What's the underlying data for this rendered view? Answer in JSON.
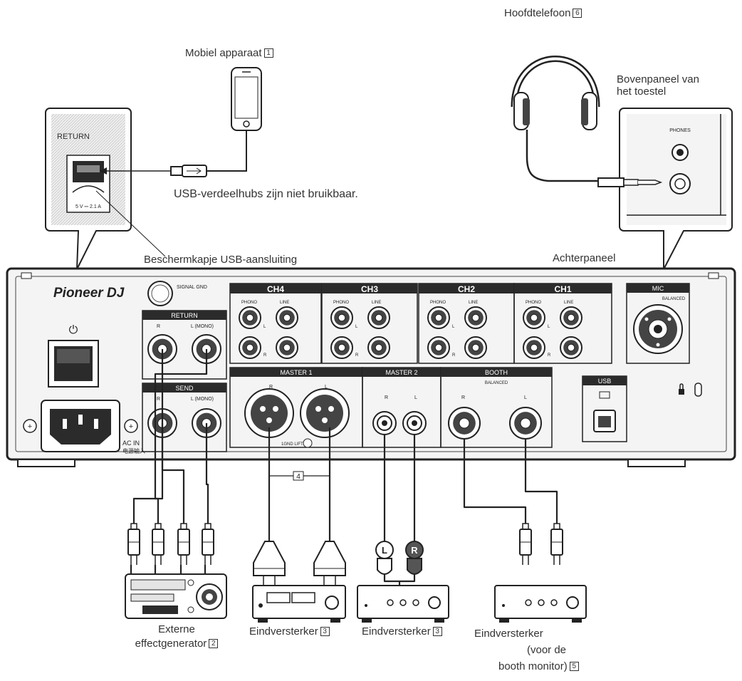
{
  "labels": {
    "mobile": "Mobiel apparaat",
    "mobile_num": "1",
    "headphones": "Hoofdtelefoon",
    "headphones_num": "6",
    "top_panel_line1": "Bovenpaneel van",
    "top_panel_line2": "het toestel",
    "usb_hubs": "USB-verdeelhubs zijn niet bruikbaar.",
    "usb_cap": "Beschermkapje USB-aansluiting",
    "rear_panel": "Achterpaneel",
    "external_fx_line1": "Externe",
    "external_fx_line2": "effectgenerator",
    "external_fx_num": "2",
    "amp1": "Eindversterker",
    "amp1_num": "3",
    "amp2": "Eindversterker",
    "amp2_num": "3",
    "amp3_line1": "Eindversterker",
    "amp3_line2": "(voor de",
    "amp3_line3": "booth monitor)",
    "amp3_num": "5",
    "master_link_num": "4"
  },
  "panel": {
    "brand": "Pioneer DJ",
    "power": "⏻",
    "ac_in": "AC IN",
    "ac_in_cn": "电源输入",
    "signal_gnd": "SIGNAL GND",
    "return": "RETURN",
    "send": "SEND",
    "r": "R",
    "l_mono": "L (MONO)",
    "channels": [
      "CH4",
      "CH3",
      "CH2",
      "CH1"
    ],
    "phono": "PHONO",
    "line": "LINE",
    "l": "L",
    "mic": "MIC",
    "balanced": "BALANCED",
    "master1": "MASTER 1",
    "master2": "MASTER 2",
    "booth": "BOOTH",
    "usb": "USB",
    "gnd_lift": "1GND   LIFT",
    "usb_rating": "5 V ⎓ 2.1 A",
    "phones": "PHONES"
  },
  "colors": {
    "panel_bg": "#f4f4f4",
    "stroke": "#222222",
    "header_bg": "#2b2b2b",
    "connector_fill": "#d9d9d9"
  }
}
